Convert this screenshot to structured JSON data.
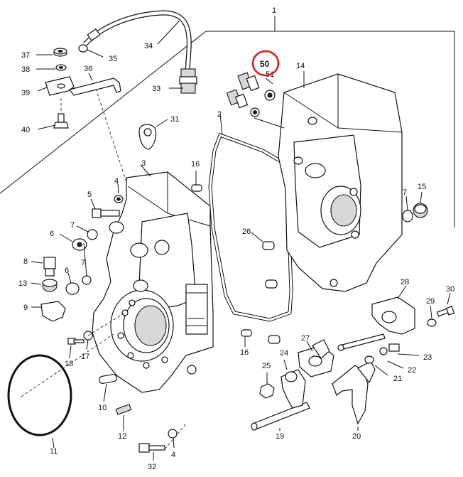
{
  "labels": {
    "p1": "1",
    "p2": "2",
    "p3": "3",
    "p4a": "4",
    "p4b": "4",
    "p5": "5",
    "p6a": "6",
    "p6b": "6",
    "p7a": "7",
    "p7b": "7",
    "p7c": "7",
    "p8": "8",
    "p9": "9",
    "p10": "10",
    "p11": "11",
    "p12": "12",
    "p13": "13",
    "p14": "14",
    "p15": "15",
    "p16a": "16",
    "p16b": "16",
    "p17": "17",
    "p18": "18",
    "p19": "19",
    "p20": "20",
    "p21": "21",
    "p22": "22",
    "p23": "23",
    "p24": "24",
    "p25": "25",
    "p26": "26",
    "p27": "27",
    "p28": "28",
    "p29": "29",
    "p30": "30",
    "p31": "31",
    "p32": "32",
    "p33": "33",
    "p34": "34",
    "p35": "35",
    "p36": "36",
    "p37": "37",
    "p38": "38",
    "p39": "39",
    "p40": "40",
    "p50": "50",
    "p51": "51"
  },
  "highlight": {
    "color": "#d42020"
  }
}
